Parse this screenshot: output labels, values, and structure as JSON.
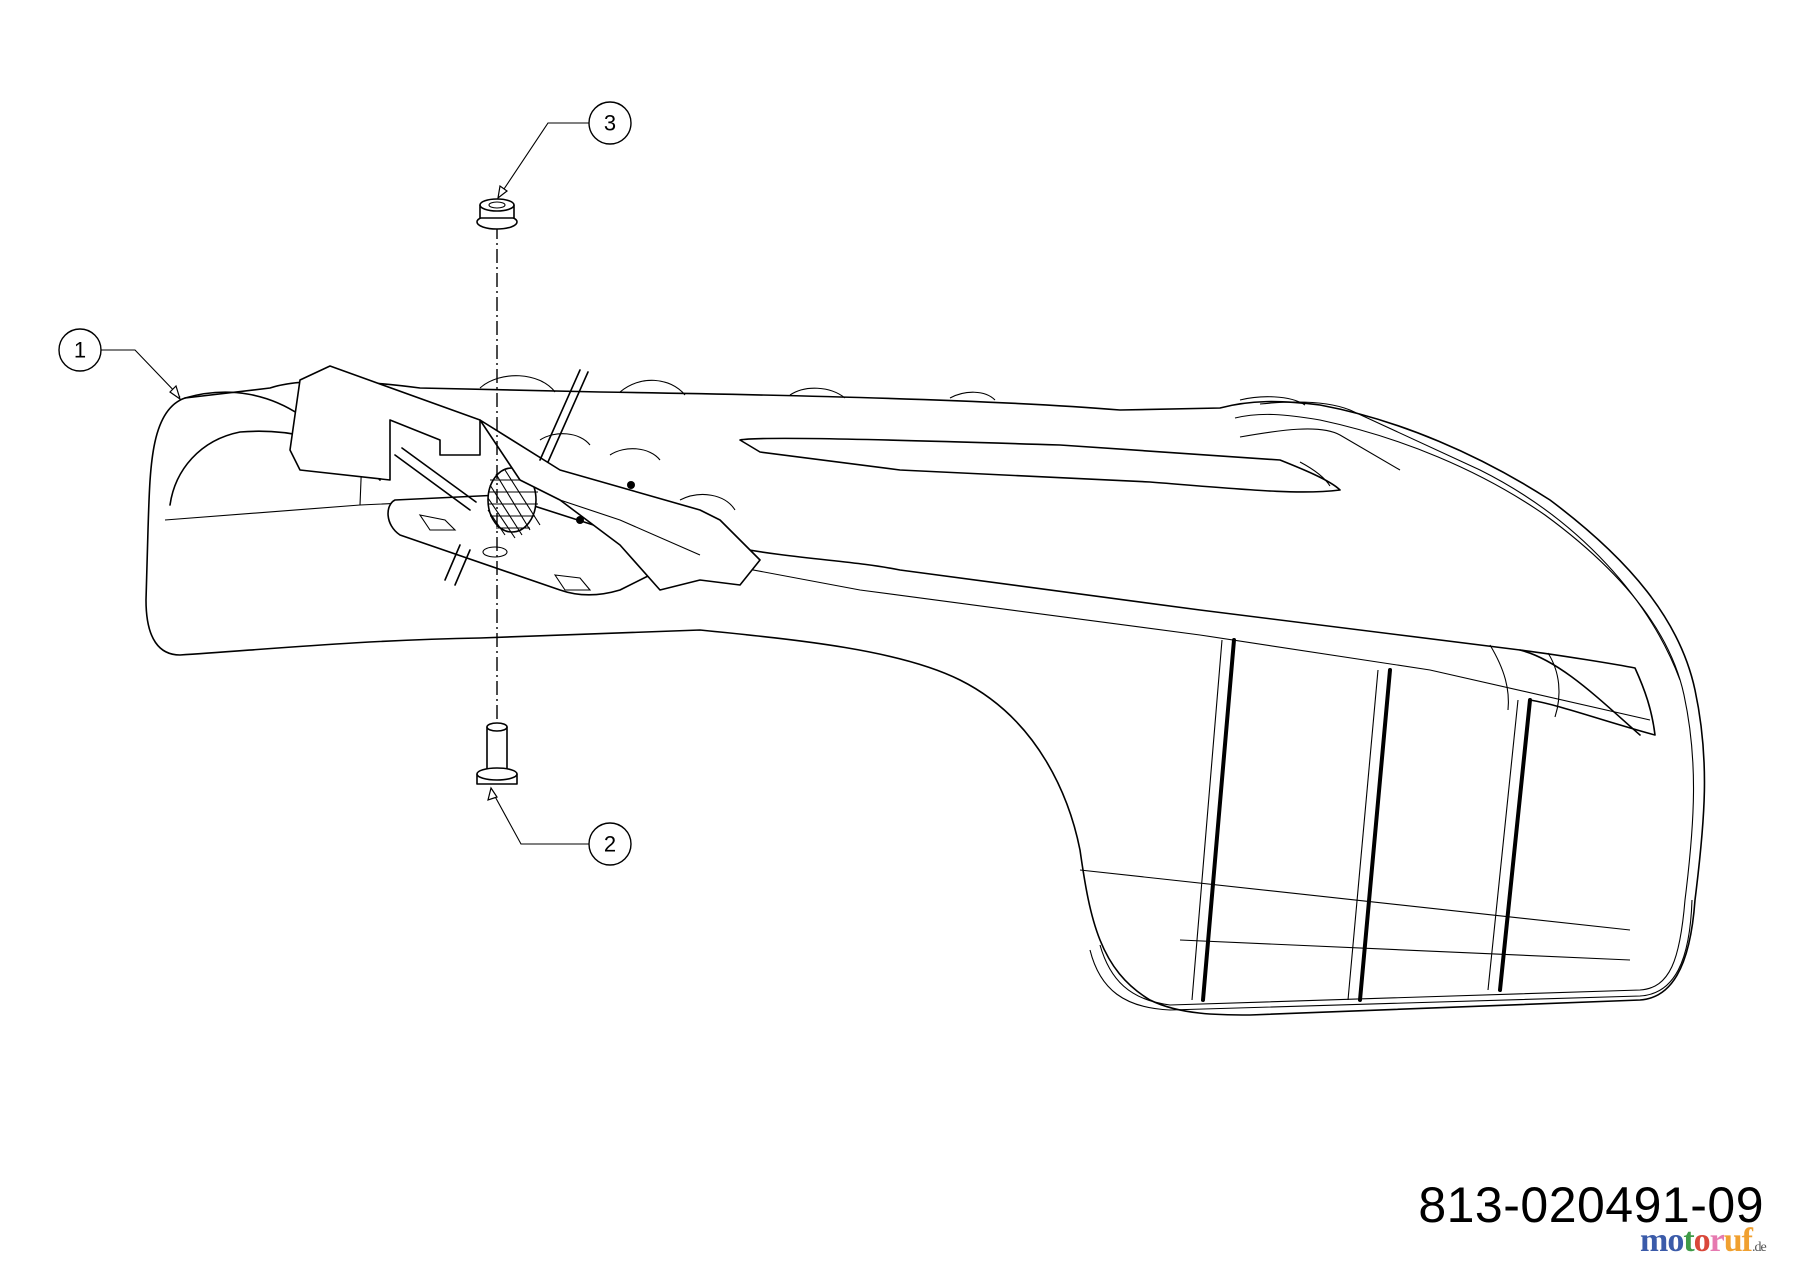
{
  "diagram": {
    "type": "exploded-parts-diagram",
    "drawing_number": "813-020491-09",
    "background": "#ffffff",
    "line_color": "#000000"
  },
  "callouts": [
    {
      "number": "1",
      "part": "main housing / cover assembly",
      "circle": [
        80,
        350
      ]
    },
    {
      "number": "2",
      "part": "flange bolt",
      "circle": [
        610,
        844
      ]
    },
    {
      "number": "3",
      "part": "flange lock nut",
      "circle": [
        610,
        123
      ]
    }
  ],
  "watermark": {
    "letters": [
      {
        "char": "m",
        "color": "#3b5ba9"
      },
      {
        "char": "o",
        "color": "#3b5ba9"
      },
      {
        "char": "t",
        "color": "#3f9b48"
      },
      {
        "char": "o",
        "color": "#d9483b"
      },
      {
        "char": "r",
        "color": "#e67ab0"
      },
      {
        "char": "u",
        "color": "#f0a030"
      },
      {
        "char": "f",
        "color": "#f0a030"
      }
    ],
    "tld": ".de"
  }
}
